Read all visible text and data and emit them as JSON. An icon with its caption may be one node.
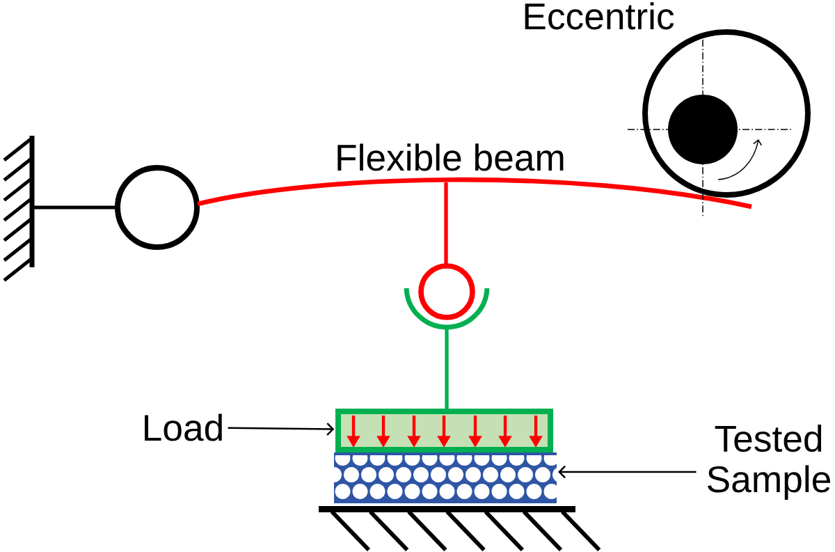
{
  "diagram": {
    "nodes": [
      {
        "text": [
          "Load"
        ]
      },
      {
        "text": [],
        "shape": "box"
      },
      {
        "text": [
          "Tested Sample"
        ]
      },
      {
        "text": [],
        "shape": "box"
      }
    ],
    "edges": [
      {
        "from": 0,
        "to": 1,
        "arrow": "to"
      },
      {
        "from": 2,
        "to": 3,
        "arrow": "to"
      }
    ],
    "labels": [
      "Eccentric",
      "Flexible beam"
    ]
  }
}
